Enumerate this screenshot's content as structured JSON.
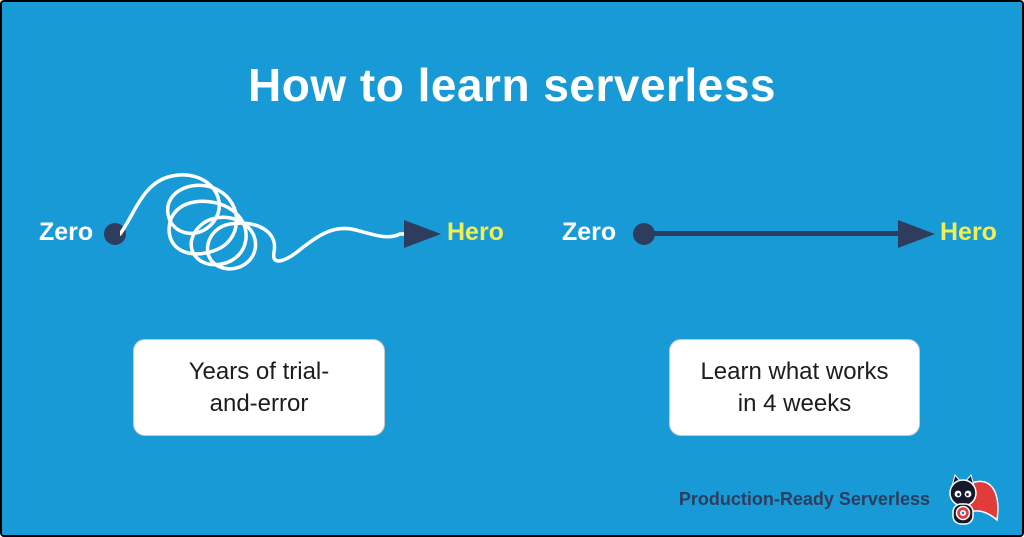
{
  "title": "How to learn serverless",
  "diagram_left": {
    "start": "Zero",
    "end": "Hero",
    "caption_line1": "Years of trial-",
    "caption_line2": "and-error"
  },
  "diagram_right": {
    "start": "Zero",
    "end": "Hero",
    "caption_line1": "Learn what works",
    "caption_line2": "in 4 weeks"
  },
  "footer": {
    "brand": "Production-Ready Serverless"
  },
  "colors": {
    "background": "#189ad6",
    "navy": "#2e3d5e",
    "hero_yellow": "#f1ef55",
    "cape_red": "#e23b3b",
    "box_text": "#1d1d1d"
  },
  "icons": {
    "left_path": "tangled-scribble-line-icon",
    "right_path": "straight-line-icon",
    "arrow": "arrowhead-icon",
    "mascot": "superhero-cat-mascot-icon"
  }
}
